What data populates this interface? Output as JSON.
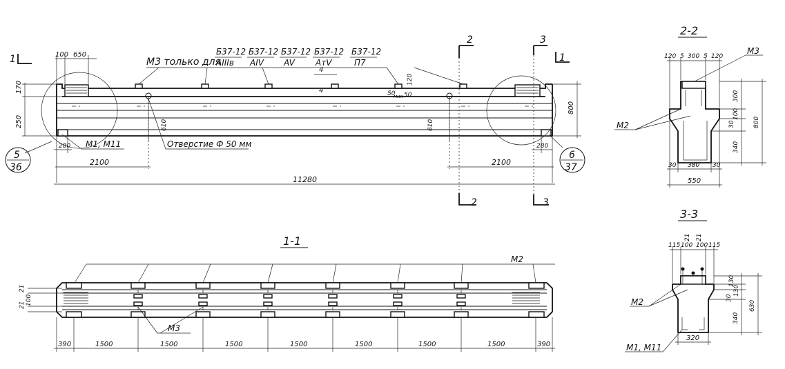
{
  "notes": {
    "m3_only_for": "М3 только для",
    "hole": "Отверстие Ф 50 мм"
  },
  "grades": [
    {
      "top": "Б37-12",
      "bottom": "AIIIв"
    },
    {
      "top": "Б37-12",
      "bottom": "AIV"
    },
    {
      "top": "Б37-12",
      "bottom": "AV"
    },
    {
      "top": "Б37-12",
      "bottom": "AтV"
    },
    {
      "top": "Б37-12",
      "bottom": "П7"
    }
  ],
  "section_marks": {
    "s1": "1",
    "s2": "2",
    "s3": "3"
  },
  "section_titles": {
    "s11": "1-1",
    "s22": "2-2",
    "s33": "3-3"
  },
  "node_refs": {
    "left": {
      "top": "5",
      "bottom": "36"
    },
    "right": {
      "top": "6",
      "bottom": "37"
    }
  },
  "marks": {
    "m1m11": "М1, М11",
    "m2": "М2",
    "m3": "М3"
  },
  "elevation_dims": {
    "d100": "100",
    "d650": "650",
    "d170": "170",
    "d250": "250",
    "d280_left": "280",
    "d280_right": "280",
    "d2100_left": "2100",
    "d2100_right": "2100",
    "d11280": "11280",
    "d610_left": "610",
    "d610_right": "610",
    "d800": "800",
    "d4_top": "4",
    "d4_mid": "4",
    "d120": "120",
    "d50_a": "50",
    "d50_b": "50",
    "d_min": "мин"
  },
  "plan_dims": {
    "d390_left": "390",
    "d1500": "1500",
    "d390_right": "390",
    "d21": "21",
    "d100": "100"
  },
  "sec22_dims": {
    "d120_l": "120",
    "d5_l": "5",
    "d300": "300",
    "d5_r": "5",
    "d120_r": "120",
    "d300_r": "300",
    "d100_r": "100",
    "d30_r": "30",
    "d340": "340",
    "d800": "800",
    "d30_bl": "30",
    "d380": "380",
    "d30_br": "30",
    "d550": "550"
  },
  "sec33_dims": {
    "d115_l": "115",
    "d100_l": "100",
    "d21_a": "21",
    "d21_b": "21",
    "d100_r": "100",
    "d115_r": "115",
    "d130": "130",
    "d130b": "130",
    "d30": "30",
    "d340": "340",
    "d630": "630",
    "d320": "320"
  }
}
